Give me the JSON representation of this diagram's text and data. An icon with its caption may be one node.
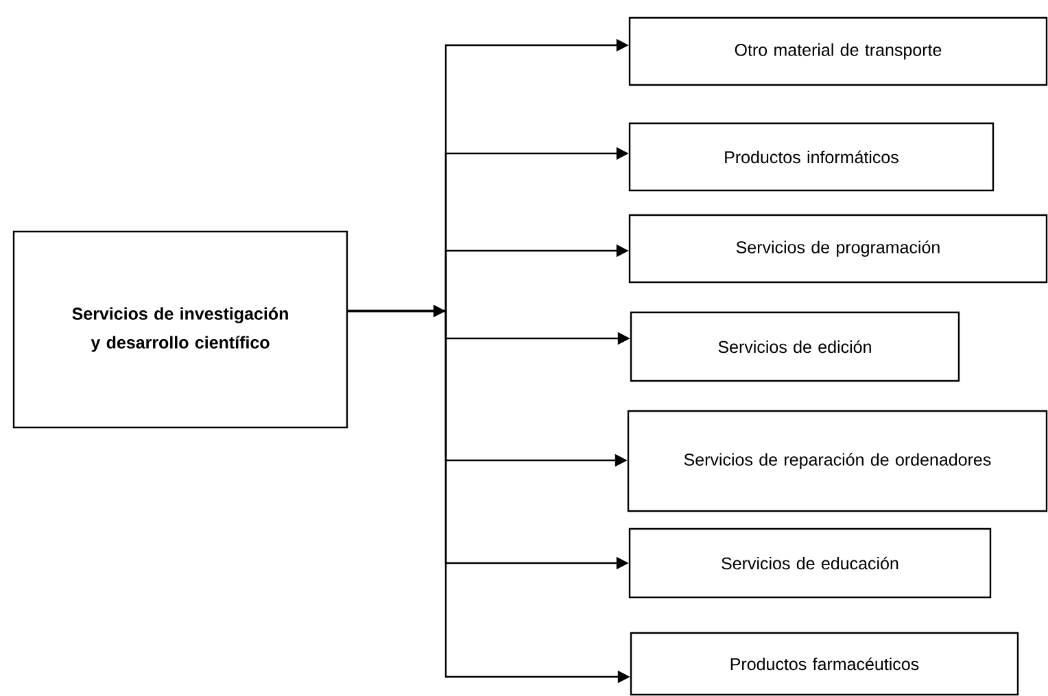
{
  "diagram": {
    "nodes": [
      {
        "text": [
          "Servicios de investigación y desarrollo científico"
        ]
      },
      {
        "text": [
          "Otro material de transporte"
        ]
      },
      {
        "text": [
          "Productos informáticos"
        ]
      },
      {
        "text": [
          "Servicios de programación"
        ]
      },
      {
        "text": [
          "Servicios de edición"
        ]
      },
      {
        "text": [
          "Servicios de reparación de ordenadores"
        ]
      },
      {
        "text": [
          "Servicios de educación"
        ]
      },
      {
        "text": [
          "Productos farmacéuticos"
        ]
      }
    ],
    "edges": [
      {
        "from": 0,
        "to": 1,
        "arrow": "to"
      },
      {
        "from": 0,
        "to": 2,
        "arrow": "to"
      },
      {
        "from": 0,
        "to": 3,
        "arrow": "to"
      },
      {
        "from": 0,
        "to": 4,
        "arrow": "to"
      },
      {
        "from": 0,
        "to": 5,
        "arrow": "to"
      },
      {
        "from": 0,
        "to": 6,
        "arrow": "to"
      },
      {
        "from": 0,
        "to": 7,
        "arrow": "to"
      }
    ]
  }
}
